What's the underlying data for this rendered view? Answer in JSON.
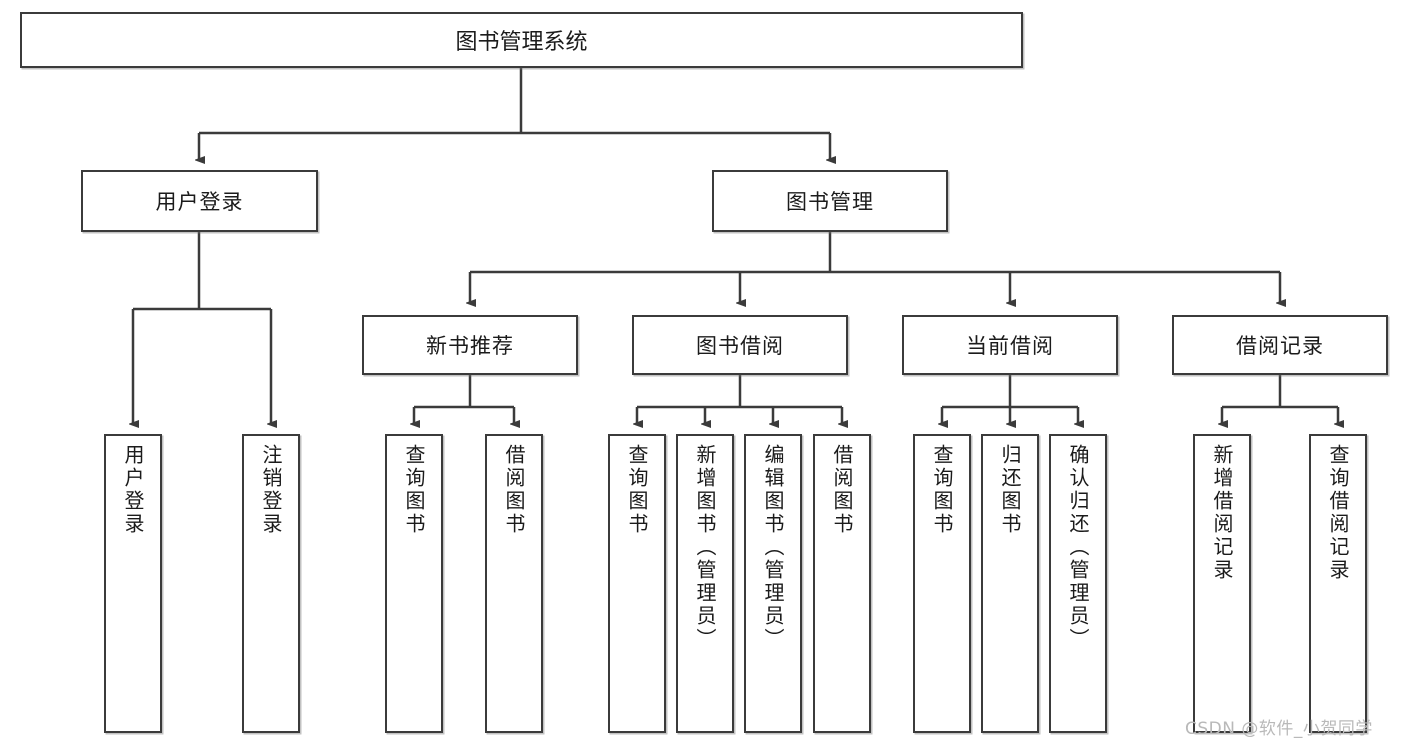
{
  "diagram": {
    "type": "tree",
    "title": "图书管理系统",
    "root": {
      "label": "图书管理系统"
    },
    "level2": [
      {
        "label": "用户登录"
      },
      {
        "label": "图书管理"
      }
    ],
    "level3": [
      {
        "label": "新书推荐"
      },
      {
        "label": "图书借阅"
      },
      {
        "label": "当前借阅"
      },
      {
        "label": "借阅记录"
      }
    ],
    "leaves": {
      "user_login": [
        {
          "label": "用户登录"
        },
        {
          "label": "注销登录"
        }
      ],
      "new_book_recommend": [
        {
          "label": "查询图书"
        },
        {
          "label": "借阅图书"
        }
      ],
      "book_borrow": [
        {
          "label": "查询图书"
        },
        {
          "label": "新增图书（管理员）"
        },
        {
          "label": "编辑图书（管理员）"
        },
        {
          "label": "借阅图书"
        }
      ],
      "current_borrow": [
        {
          "label": "查询图书"
        },
        {
          "label": "归还图书"
        },
        {
          "label": "确认归还（管理员）"
        }
      ],
      "borrow_record": [
        {
          "label": "新增借阅记录"
        },
        {
          "label": "查询借阅记录"
        }
      ]
    }
  },
  "watermark": {
    "text": "CSDN @软件_小贺同学"
  },
  "colors": {
    "border": "#3b3b3b",
    "text": "#1b1b1b",
    "background": "#ffffff",
    "watermark": "#b9b9b9"
  }
}
